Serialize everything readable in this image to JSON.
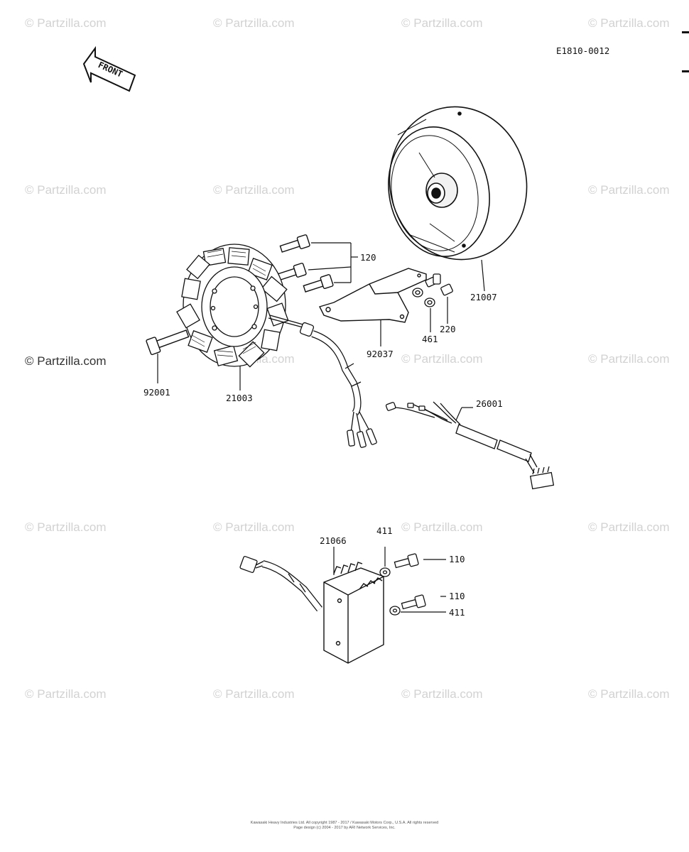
{
  "diagram": {
    "code": "E1810-0012",
    "front_label": "FRONT"
  },
  "watermark_text": "© Partzilla.com",
  "watermark_repeated": "© Partzilla.com",
  "parts": {
    "bolt_group": "120",
    "rotor": "21007",
    "bracket": "92037",
    "washer_bracket": "461",
    "bolt_bracket": "220",
    "stator_bolt": "92001",
    "stator": "21003",
    "harness": "26001",
    "regulator": "21066",
    "washer_upper": "411",
    "bolt_upper": "110",
    "bolt_lower": "110",
    "washer_lower": "411"
  },
  "copyright": {
    "line1": "Kawasaki Heavy Industries Ltd. All copyright 1987 - 2017 / Kawasaki Motors Corp., U.S.A. All rights reserved",
    "line2": "Page design (c) 2004 - 2017 by ARI Network Services, Inc."
  }
}
